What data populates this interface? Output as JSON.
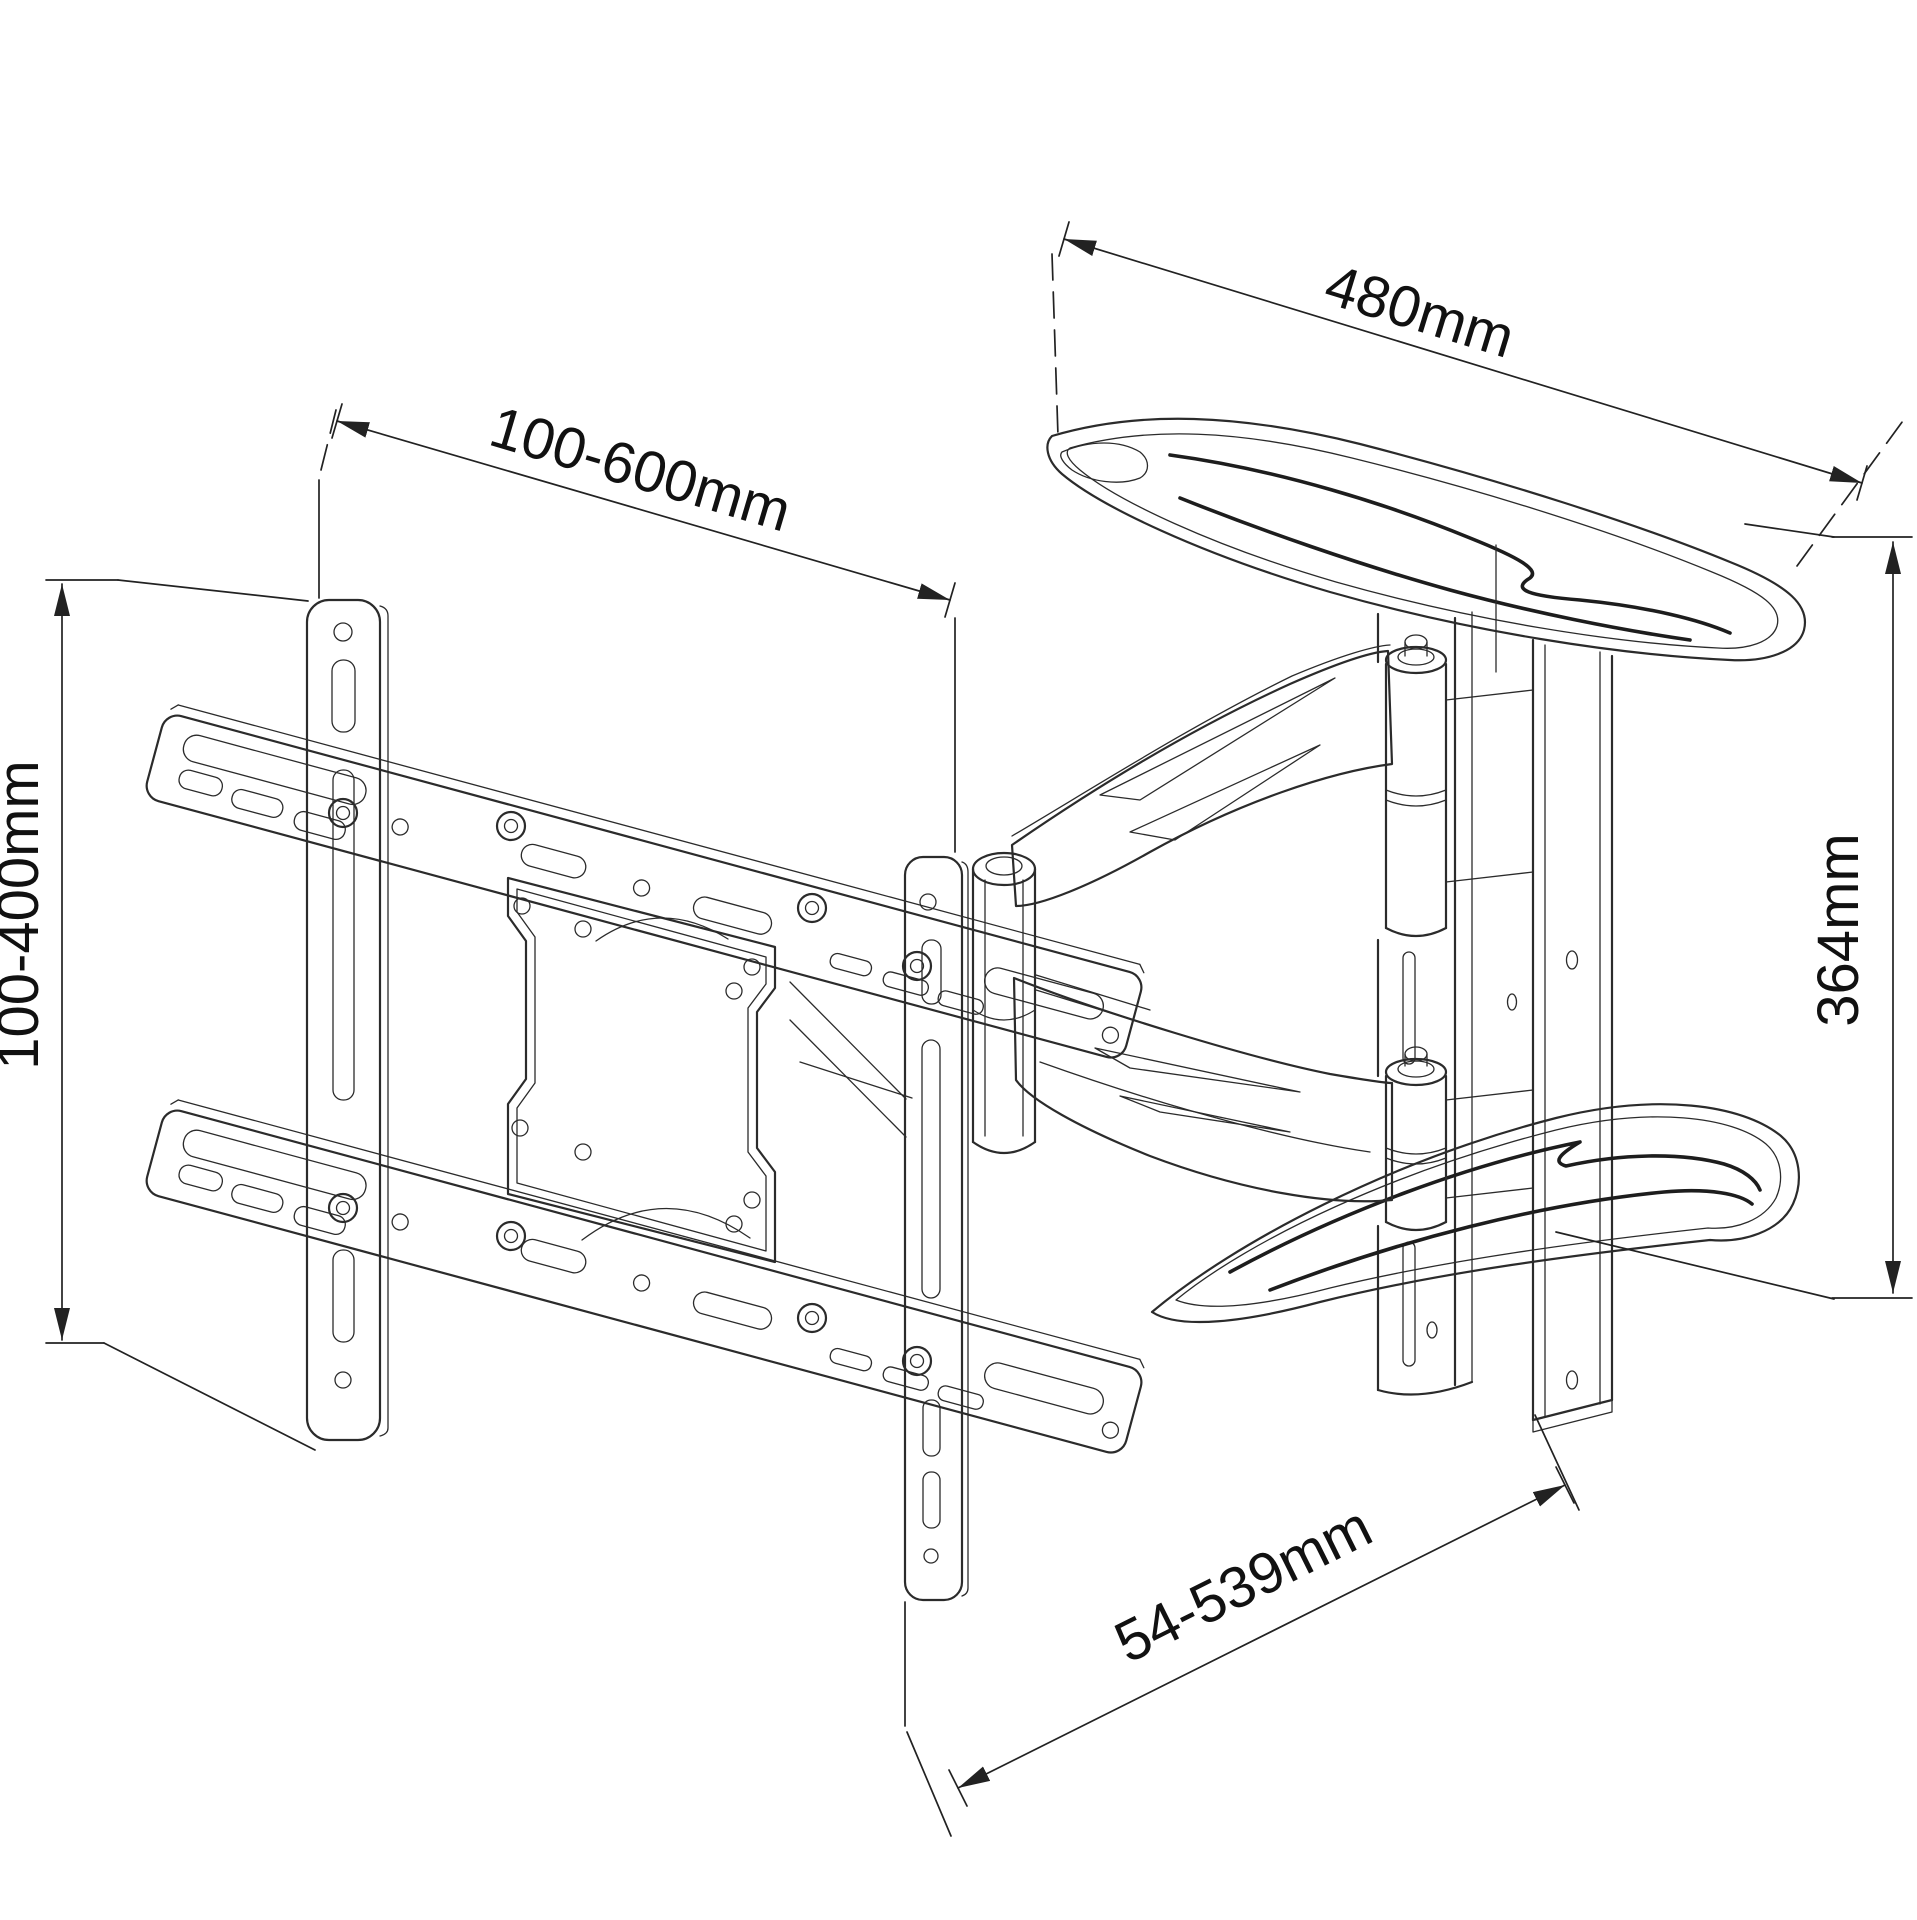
{
  "diagram": {
    "type": "technical-line-drawing",
    "subject": "Full-motion articulating TV wall mount bracket, isometric view with dimension callouts",
    "units": "mm",
    "colors": {
      "background": "#ffffff",
      "line": "#2b2b2b",
      "text": "#111111"
    },
    "dimensions": {
      "arm_cover_length": {
        "label": "480mm",
        "meaning": "length of upper arm cover"
      },
      "rail_span": {
        "label": "100-600mm",
        "meaning": "adjustable horizontal spacing of TV rails"
      },
      "rail_height": {
        "label": "100-400mm",
        "meaning": "adjustable vertical rail height"
      },
      "wall_plate_height": {
        "label": "364mm",
        "meaning": "height between arm covers / wall plate"
      },
      "extension_range": {
        "label": "54-539mm",
        "meaning": "extension distance from wall"
      }
    }
  }
}
